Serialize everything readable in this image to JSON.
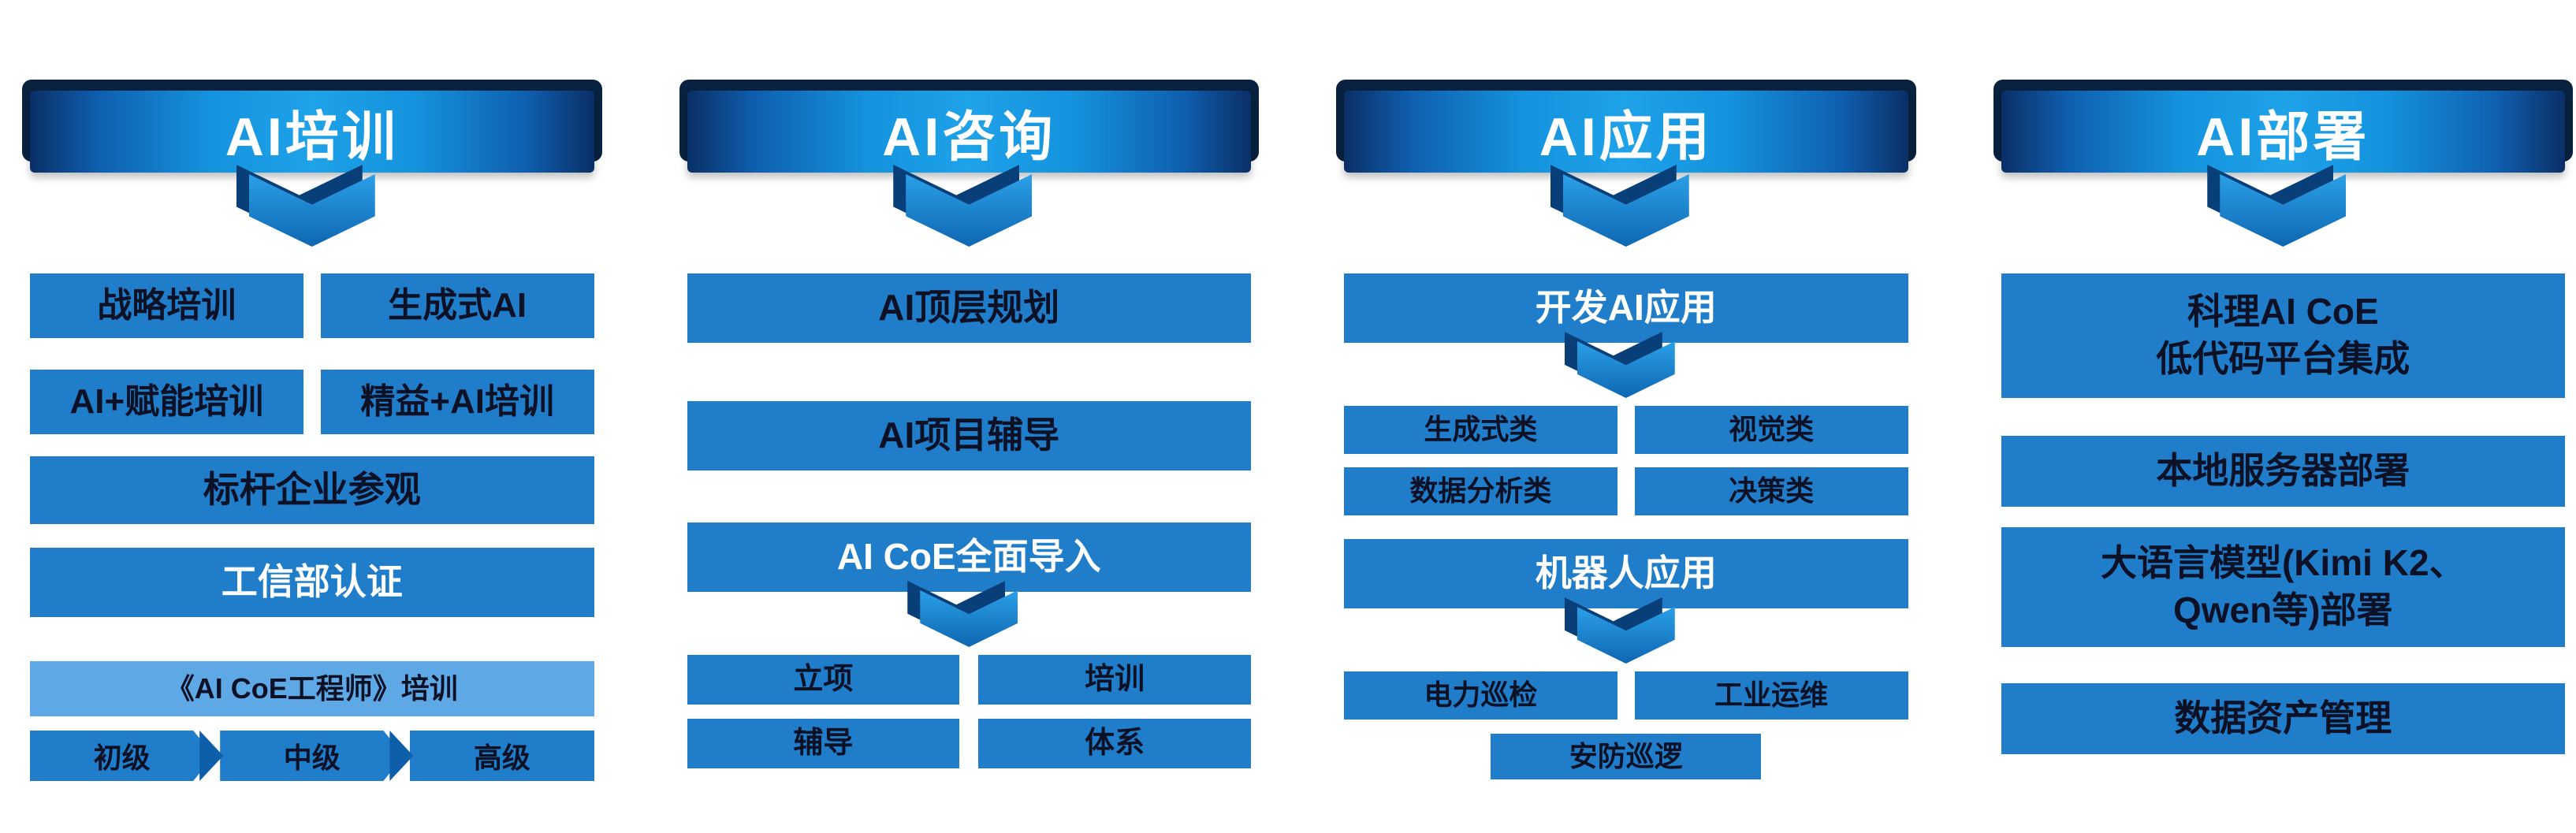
{
  "palette": {
    "banner_gradient_dark": "#0a2f66",
    "banner_gradient_bright": "#1ea2e8",
    "ribbon_back": "#082240",
    "box_blue": "#1f7dc9",
    "box_light_blue": "#5fa8e6",
    "arrow_front": "#1a87d3",
    "arrow_back": "#083f78",
    "text_dark": "#0d1126",
    "text_white": "#ffffff"
  },
  "columns": [
    {
      "title": "AI培训",
      "pair1": [
        "战略培训",
        "生成式AI"
      ],
      "pair2": [
        "AI+赋能培训",
        "精益+AI培训"
      ],
      "benchmark_visit": "标杆企业参观",
      "miit_certification": "工信部认证",
      "coe_engineer_training": "《AI CoE工程师》培训",
      "levels": [
        "初级",
        "中级",
        "高级"
      ]
    },
    {
      "title": "AI咨询",
      "top_level_planning": "AI顶层规划",
      "project_coaching": "AI项目辅导",
      "coe_full_adoption": "AI CoE全面导入",
      "grid": [
        "立项",
        "培训",
        "辅导",
        "体系"
      ]
    },
    {
      "title": "AI应用",
      "develop_ai_apps": "开发AI应用",
      "app_types": [
        "生成式类",
        "视觉类",
        "数据分析类",
        "决策类"
      ],
      "robot_apps": "机器人应用",
      "robot_types": [
        "电力巡检",
        "工业运维",
        "安防巡逻"
      ]
    },
    {
      "title": "AI部署",
      "lowcode_integration": "科理AI CoE\n低代码平台集成",
      "local_server": "本地服务器部署",
      "llm_deployment": "大语言模型(Kimi K2、\nQwen等)部署",
      "data_asset_management": "数据资产管理"
    }
  ]
}
